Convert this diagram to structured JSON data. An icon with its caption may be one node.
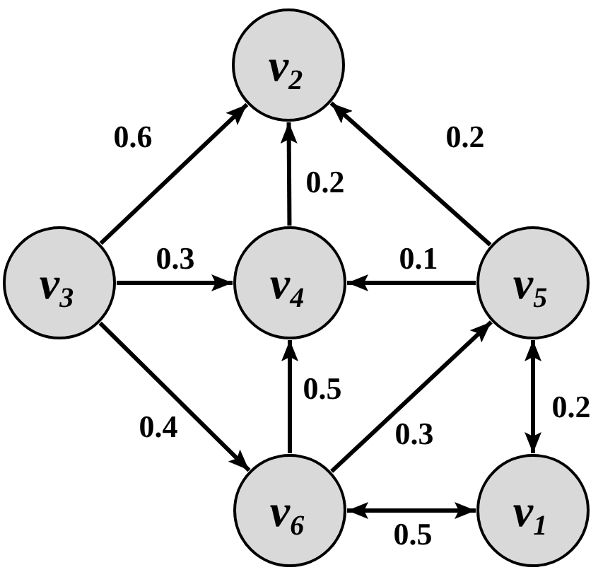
{
  "diagram": {
    "nodes": [
      {
        "text": [
          "v$_{2}$"
        ]
      },
      {
        "text": [
          "v$_{3}$"
        ]
      },
      {
        "text": [
          "v$_{4}$"
        ]
      },
      {
        "text": [
          "v$_{5}$"
        ]
      },
      {
        "text": [
          "v$_{6}$"
        ]
      },
      {
        "text": [
          "v$_{1}$"
        ]
      }
    ],
    "edges": [
      {
        "from": 1,
        "to": 0,
        "arrow": "to",
        "label": "0.6"
      },
      {
        "from": 2,
        "to": 0,
        "arrow": "to",
        "label": "0.2"
      },
      {
        "from": 3,
        "to": 0,
        "arrow": "to",
        "label": "0.2"
      },
      {
        "from": 1,
        "to": 2,
        "arrow": "to",
        "label": "0.3"
      },
      {
        "from": 3,
        "to": 2,
        "arrow": "to",
        "label": "0.1"
      },
      {
        "from": 1,
        "to": 4,
        "arrow": "to",
        "label": "0.4"
      },
      {
        "from": 4,
        "to": 2,
        "arrow": "to",
        "label": "0.5"
      },
      {
        "from": 4,
        "to": 3,
        "arrow": "to",
        "label": "0.3"
      },
      {
        "from": 3,
        "to": 5,
        "arrow": "both",
        "label": "0.2"
      },
      {
        "from": 4,
        "to": 5,
        "arrow": "both",
        "label": "0.5"
      }
    ]
  }
}
